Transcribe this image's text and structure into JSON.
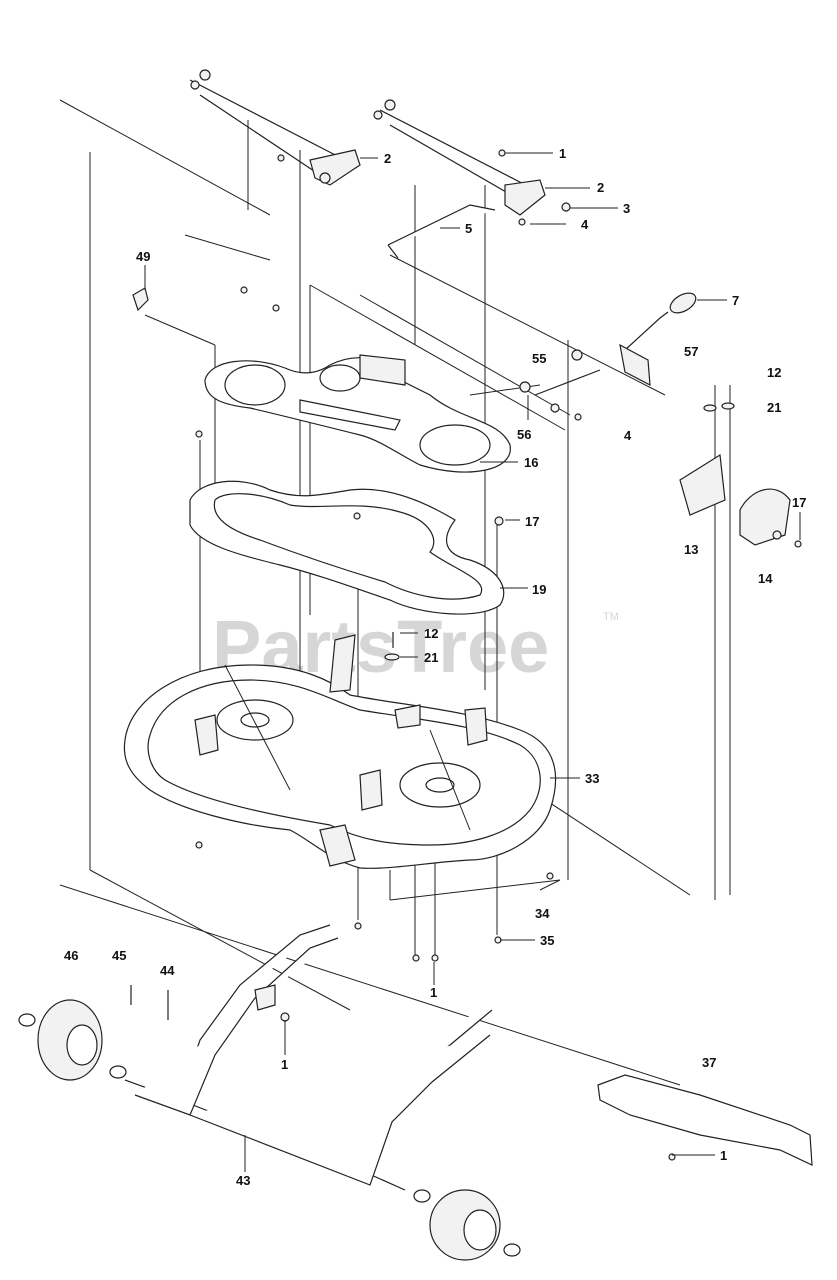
{
  "watermark": {
    "text": "PartsTree",
    "tm": "TM"
  },
  "callouts": [
    {
      "id": "c1a",
      "text": "1"
    },
    {
      "id": "c2a",
      "text": "2"
    },
    {
      "id": "c2b",
      "text": "2"
    },
    {
      "id": "c3",
      "text": "3"
    },
    {
      "id": "c4a",
      "text": "4"
    },
    {
      "id": "c5",
      "text": "5"
    },
    {
      "id": "c7",
      "text": "7"
    },
    {
      "id": "c49",
      "text": "49"
    },
    {
      "id": "c55",
      "text": "55"
    },
    {
      "id": "c57",
      "text": "57"
    },
    {
      "id": "c12a",
      "text": "12"
    },
    {
      "id": "c21a",
      "text": "21"
    },
    {
      "id": "c56",
      "text": "56"
    },
    {
      "id": "c4b",
      "text": "4"
    },
    {
      "id": "c16",
      "text": "16"
    },
    {
      "id": "c17a",
      "text": "17"
    },
    {
      "id": "c17b",
      "text": "17"
    },
    {
      "id": "c13",
      "text": "13"
    },
    {
      "id": "c14",
      "text": "14"
    },
    {
      "id": "c19",
      "text": "19"
    },
    {
      "id": "c12b",
      "text": "12"
    },
    {
      "id": "c21b",
      "text": "21"
    },
    {
      "id": "c33",
      "text": "33"
    },
    {
      "id": "c34",
      "text": "34"
    },
    {
      "id": "c35",
      "text": "35"
    },
    {
      "id": "c1b",
      "text": "1"
    },
    {
      "id": "c46",
      "text": "46"
    },
    {
      "id": "c45",
      "text": "45"
    },
    {
      "id": "c44",
      "text": "44"
    },
    {
      "id": "c1c",
      "text": "1"
    },
    {
      "id": "c37",
      "text": "37"
    },
    {
      "id": "c1d",
      "text": "1"
    },
    {
      "id": "c43",
      "text": "43"
    }
  ]
}
